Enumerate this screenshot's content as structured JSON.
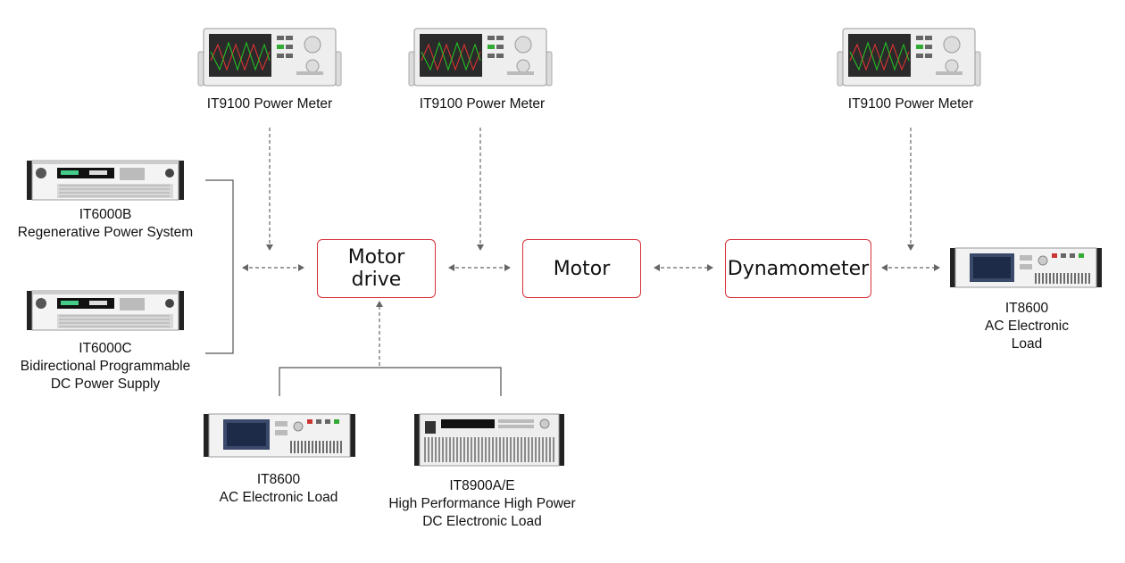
{
  "meters": {
    "left": "IT9100 Power Meter",
    "middle": "IT9100 Power Meter",
    "right": "IT9100 Power Meter"
  },
  "sources": {
    "it6000b": {
      "model": "IT6000B",
      "desc": "Regenerative Power System"
    },
    "it6000c": {
      "model": "IT6000C",
      "desc1": "Bidirectional Programmable",
      "desc2": "DC Power Supply"
    }
  },
  "blocks": {
    "motor_drive_1": "Motor",
    "motor_drive_2": "drive",
    "motor": "Motor",
    "dynamometer": "Dynamometer"
  },
  "loads": {
    "it8600_right": {
      "model": "IT8600",
      "desc1": "AC Electronic",
      "desc2": "Load"
    },
    "it8600_bottom": {
      "model": "IT8600",
      "desc": "AC Electronic Load"
    },
    "it8900": {
      "model": "IT8900A/E",
      "desc1": "High Performance High Power",
      "desc2": "DC Electronic Load"
    }
  },
  "colors": {
    "block_border": "#d6323a",
    "connector": "#666666"
  }
}
